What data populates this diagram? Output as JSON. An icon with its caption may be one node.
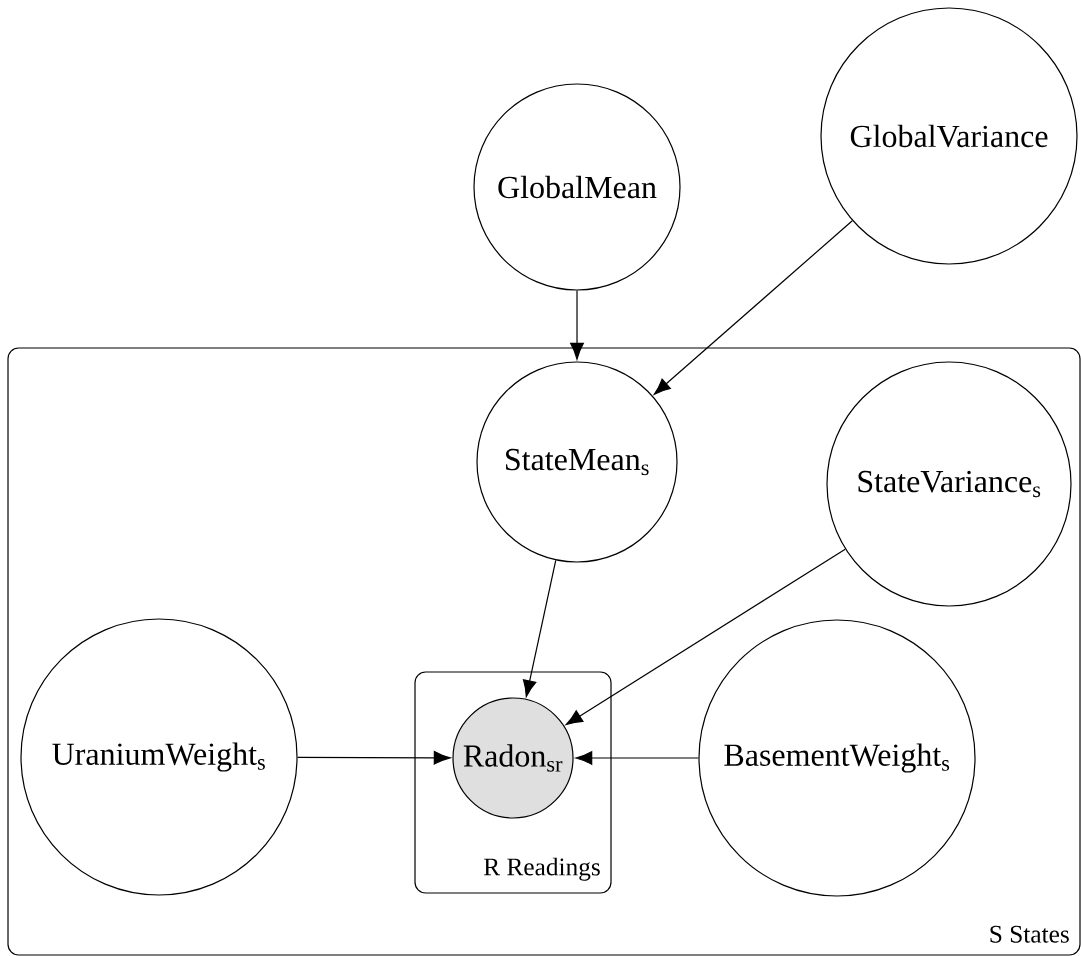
{
  "diagram": {
    "nodes": [
      {
        "text": [
          "GlobalMean"
        ]
      },
      {
        "text": [
          "GlobalVariance"
        ]
      },
      {
        "text": [
          "S States"
        ]
      },
      {
        "text": [
          "StateMean$_{s}$"
        ],
        "in": 2
      },
      {
        "text": [
          "StateVariance$_{s}$"
        ],
        "in": 2
      },
      {
        "text": [
          "UraniumWeight$_{s}$"
        ],
        "in": 2
      },
      {
        "text": [
          "R Readings"
        ],
        "in": 2
      },
      {
        "text": [
          "Radon$_{sr}$"
        ],
        "in": 6
      },
      {
        "text": [
          "BasementWeight$_{s}$"
        ],
        "in": 2
      }
    ],
    "edges": [
      {
        "from": 0,
        "to": 3,
        "arrow": "to"
      },
      {
        "from": 1,
        "to": 3,
        "arrow": "to"
      },
      {
        "from": 3,
        "to": 7,
        "arrow": "to"
      },
      {
        "from": 4,
        "to": 7,
        "arrow": "to"
      },
      {
        "from": 5,
        "to": 7,
        "arrow": "to"
      },
      {
        "from": 8,
        "to": 7,
        "arrow": "to"
      }
    ]
  }
}
